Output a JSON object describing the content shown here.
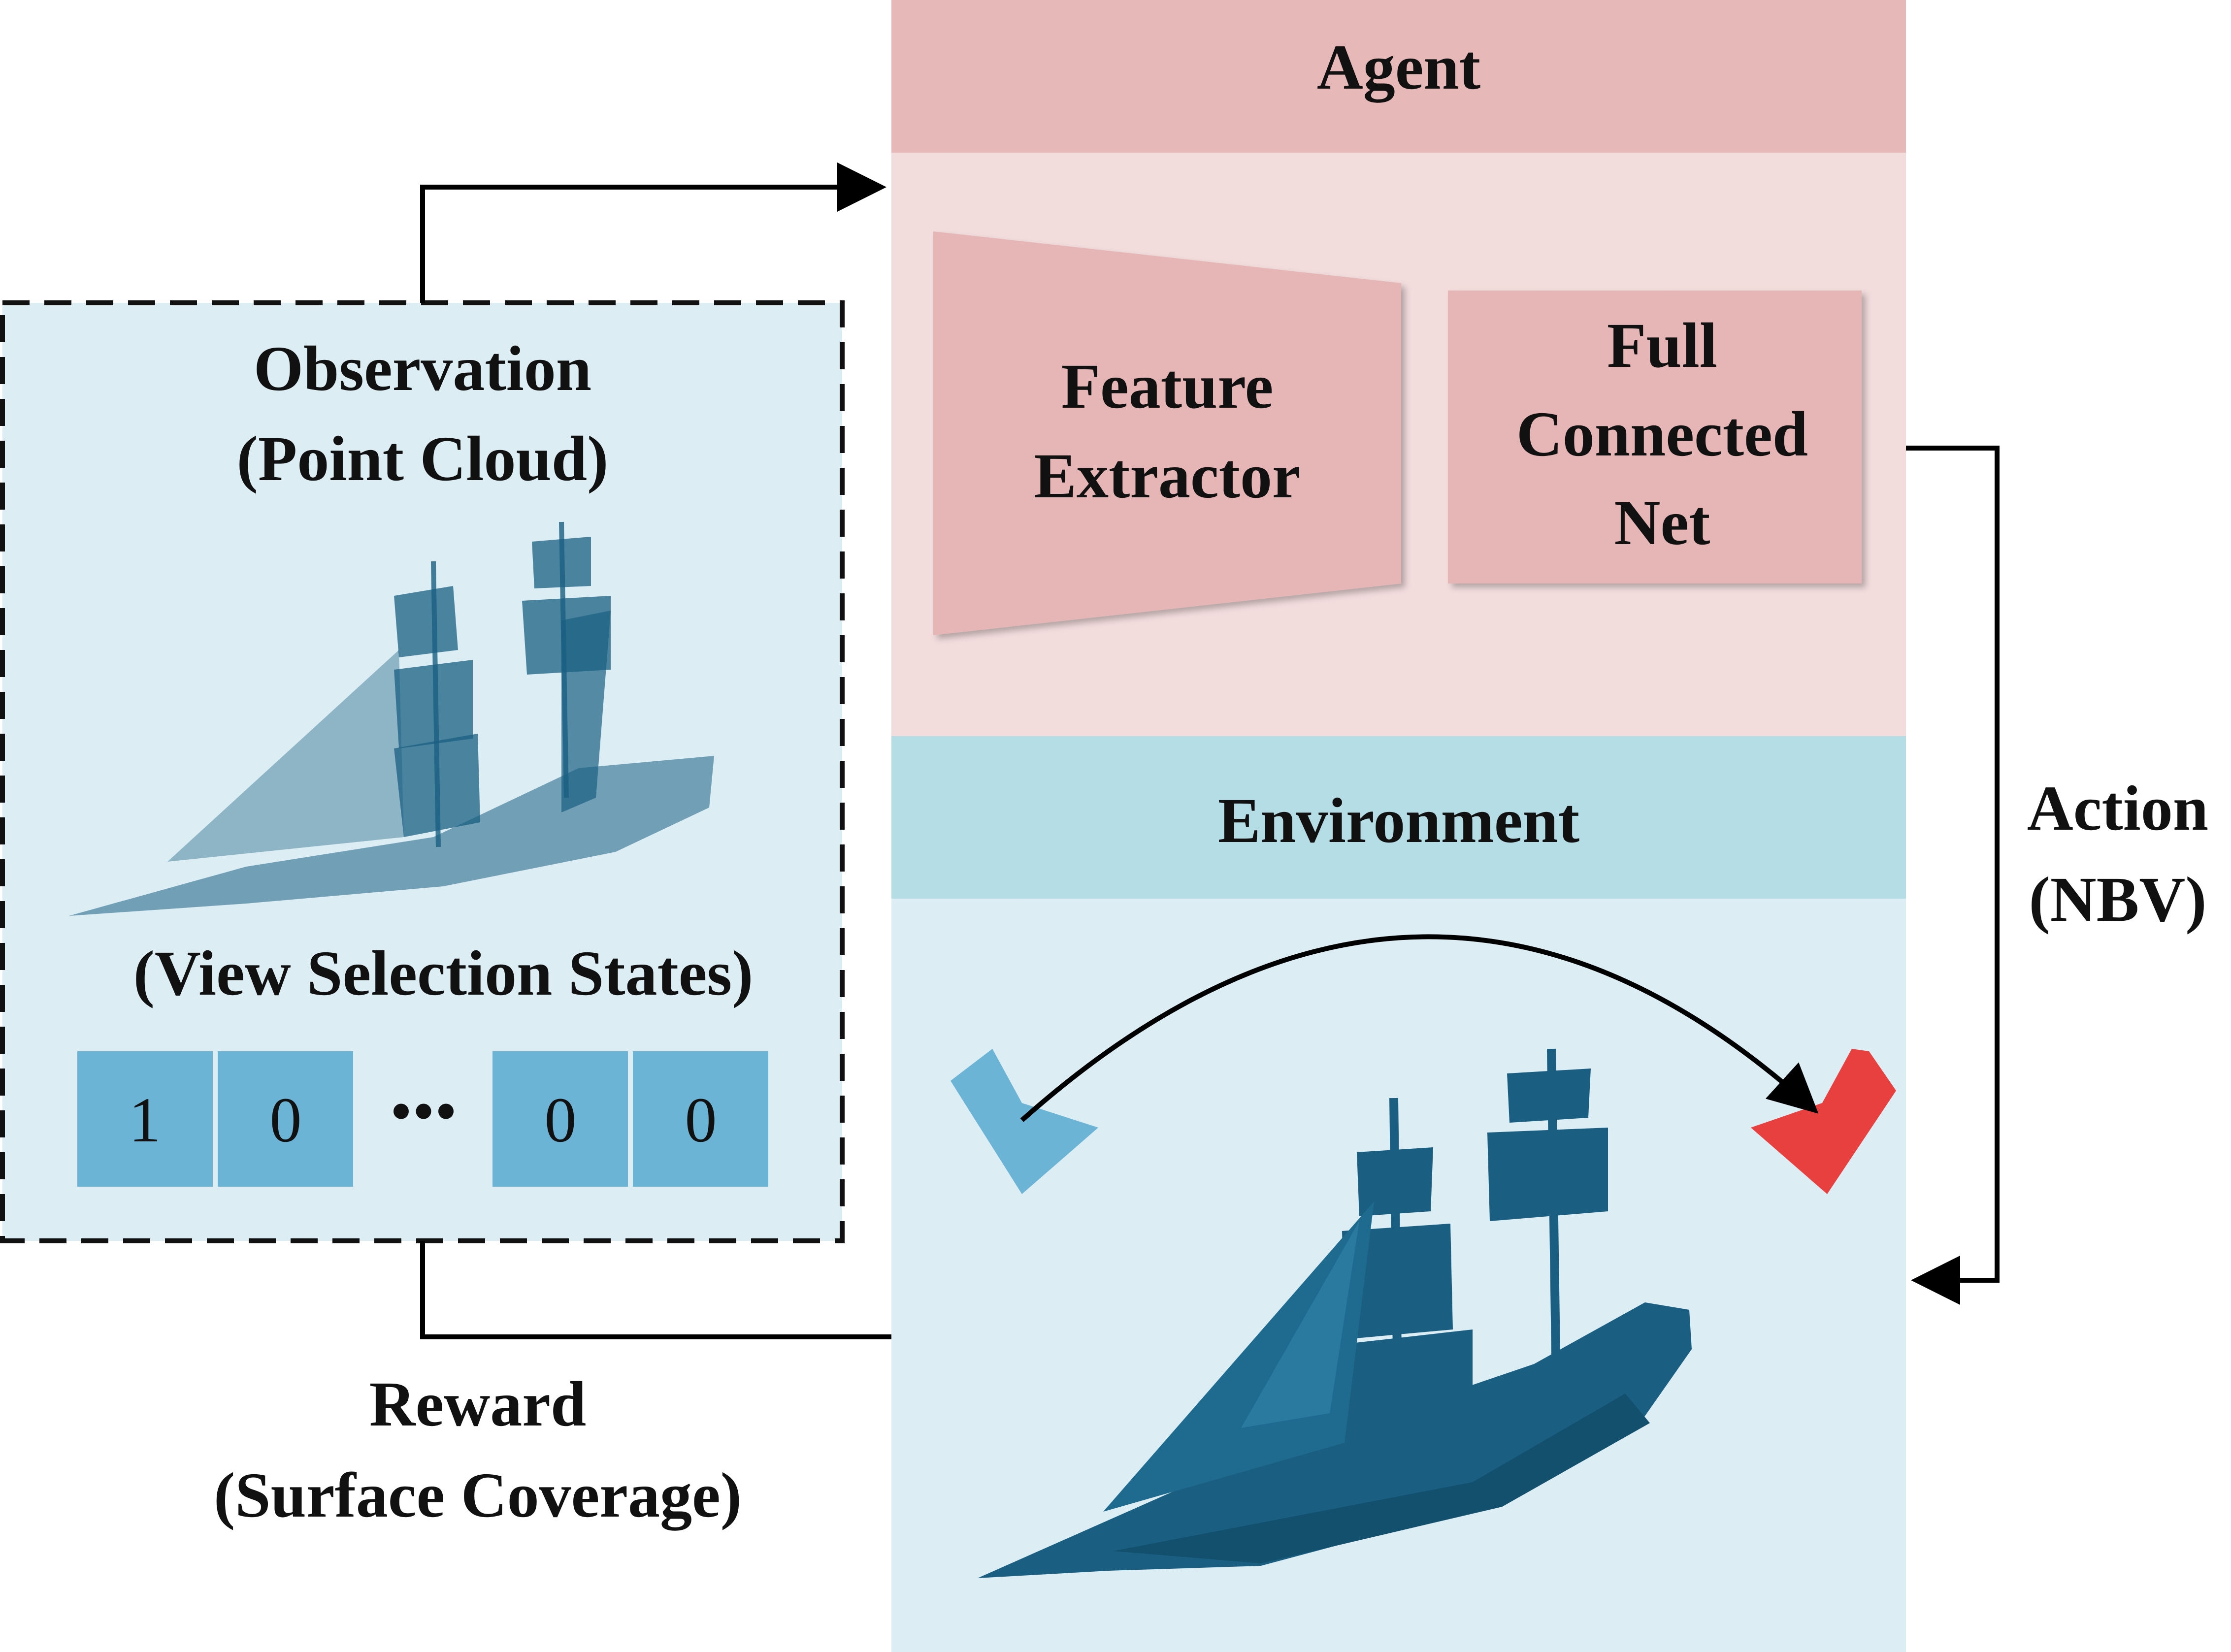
{
  "agent": {
    "title": "Agent",
    "feature_extractor": [
      "Feature",
      "Extractor"
    ],
    "fc_net": [
      "Full",
      "Connected",
      "Net"
    ],
    "header_color": "#e6b8b8",
    "body_color": "#f2dcdc",
    "block_color": "#e6b5b5"
  },
  "environment": {
    "title": "Environment",
    "header_color": "#b5dde6",
    "body_color": "#dceef4",
    "ship_color": "#1a5f82",
    "start_view_color": "#6bb4d6",
    "next_view_color": "#e8403f"
  },
  "observation": {
    "title": [
      "Observation",
      "(Point Cloud)"
    ],
    "states_label": "(View Selection States)",
    "states": [
      "1",
      "0",
      "•••",
      "0",
      "0"
    ],
    "panel_color": "#dceef4",
    "cell_color": "#6bb4d6"
  },
  "action": {
    "label": [
      "Action",
      "(NBV)"
    ]
  },
  "reward": {
    "label": [
      "Reward",
      "(Surface Coverage)"
    ]
  }
}
